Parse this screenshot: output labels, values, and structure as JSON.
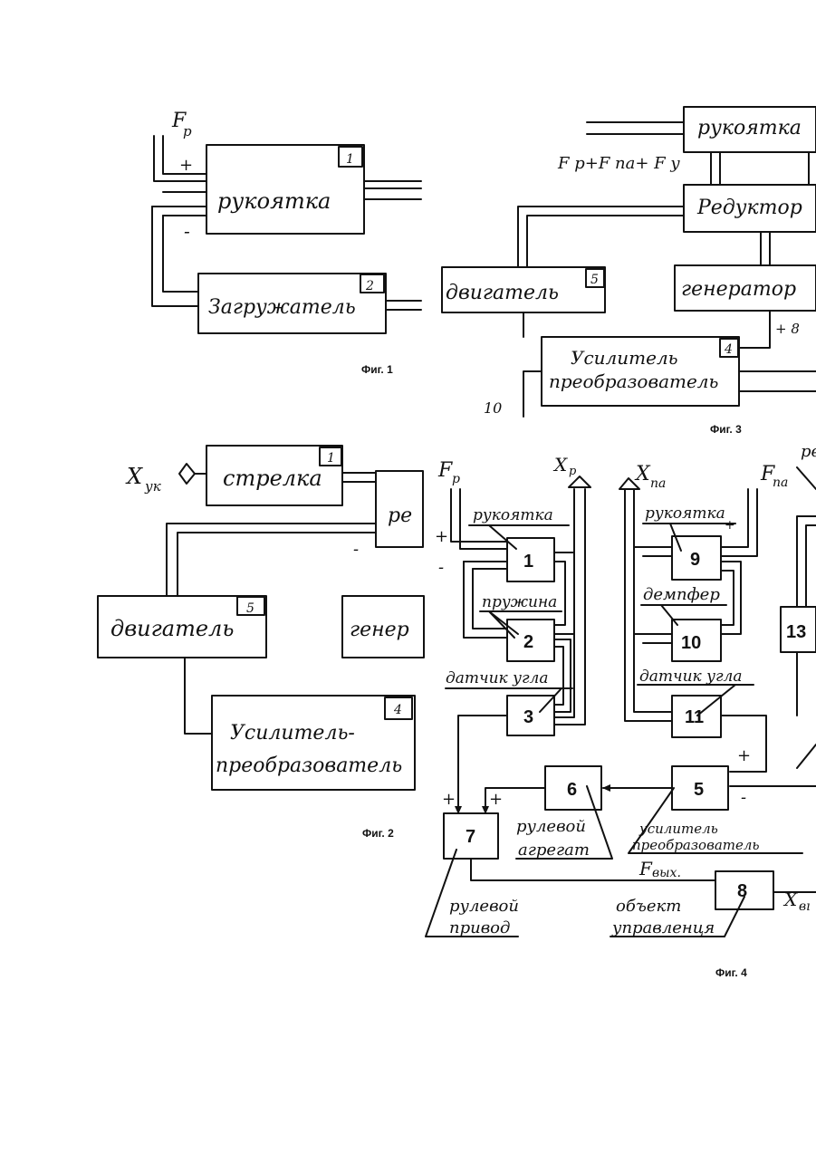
{
  "fig1": {
    "caption": "Фиг. 1",
    "input_label": "F",
    "input_sub": "p",
    "plus": "+",
    "minus": "-",
    "blocks": [
      {
        "num": "1",
        "label": "рукоятка"
      },
      {
        "num": "2",
        "label": "Загружатель"
      }
    ]
  },
  "fig2": {
    "caption": "Фиг. 2",
    "output_label": "X",
    "output_sub": "ук",
    "minus": "-",
    "blocks": [
      {
        "num": "1",
        "label": "стрелка"
      },
      {
        "num": "",
        "label": "ре"
      },
      {
        "num": "5",
        "label": "двигатель"
      },
      {
        "num": "",
        "label": "генер"
      },
      {
        "num": "4",
        "label_line1": "Усилитель-",
        "label_line2": "преобразователь"
      }
    ]
  },
  "fig3": {
    "caption": "Фиг. 3",
    "force_sum": "F p+F na+ F y",
    "plus8": "+ 8",
    "out10": "10",
    "blocks": [
      {
        "num": "",
        "label": "рукоятка"
      },
      {
        "num": "",
        "label": "Редуктор"
      },
      {
        "num": "5",
        "label": "двигатель"
      },
      {
        "num": "",
        "label": "генератор"
      },
      {
        "num": "4",
        "label_line1": "Усилитель",
        "label_line2": "преобразователь"
      }
    ]
  },
  "fig4": {
    "caption": "Фиг. 4",
    "top_labels": {
      "fp": "F",
      "fp_sub": "p",
      "xp": "X",
      "xp_sub": "p",
      "xna": "X",
      "xna_sub": "na",
      "fna": "F",
      "fna_sub": "na",
      "re": "ре"
    },
    "blocks": [
      "1",
      "2",
      "3",
      "9",
      "10",
      "11",
      "13",
      "5",
      "6",
      "7",
      "8"
    ],
    "annotations": {
      "handle1": "рукоятка",
      "spring": "пружина",
      "angle1": "датчик угла",
      "handle2": "рукоятка",
      "damper": "демпфер",
      "angle2": "датчик угла",
      "amp_line1": "усилитель",
      "amp_line2": "преобразователь",
      "steer_unit_line1": "рулевой",
      "steer_unit_line2": "агрегат",
      "steer_drive_line1": "рулевой",
      "steer_drive_line2": "привод",
      "object_line1": "объект",
      "object_line2": "управленця",
      "fout": "F",
      "fout_sub": "вых.",
      "xout": "X",
      "xout_sub": "вı"
    },
    "signs": {
      "plus": "+",
      "minus": "-"
    }
  }
}
